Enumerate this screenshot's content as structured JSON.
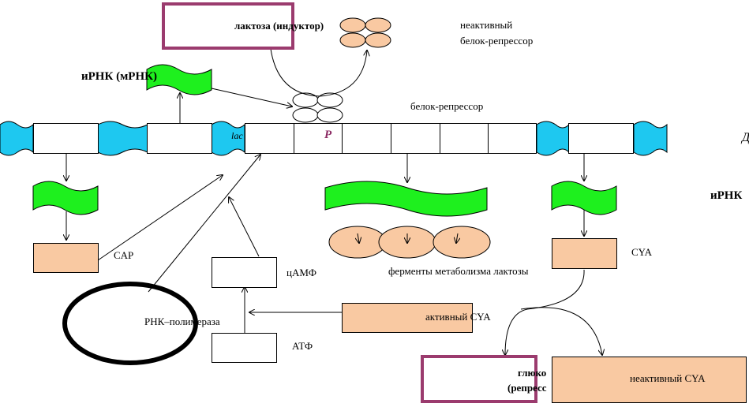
{
  "labels": {
    "lactose_inducer": "лактоза (индуктор)",
    "inactive_repressor_line1": "неактивный",
    "inactive_repressor_line2": "белок-репрессор",
    "mrna_left": "иРНК (мРНК)",
    "repressor_protein": "белок-репрессор",
    "lac": "lac",
    "promoter": "P",
    "cap": "CAP",
    "camp": "цАМФ",
    "atp": "АТФ",
    "rna_polymerase": "РНК–полимераза",
    "enzymes": "ферменты метаболизма лактозы",
    "cya": "CYA",
    "active_cya": "активный CYA",
    "inactive_cya": "неактивный CYA",
    "glucose_line1": "глюко",
    "glucose_line2": "(репресс",
    "dna_edge": "Д",
    "mrna_edge": "иРНК"
  },
  "colors": {
    "dna_spacer": "#1ec8f0",
    "mrna": "#1ef01e",
    "protein": "#f9c9a2",
    "frame": "#9b3b6e",
    "promoter_text": "#8b2a63"
  }
}
